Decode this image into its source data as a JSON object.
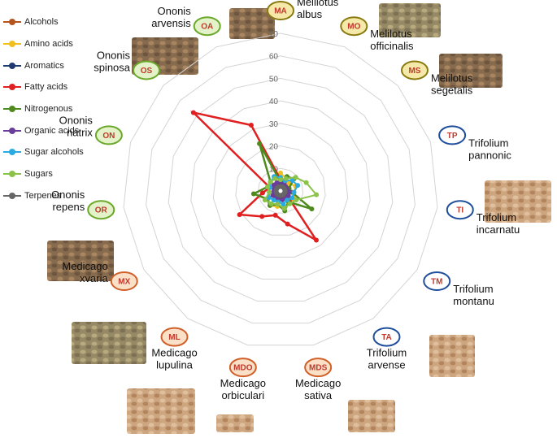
{
  "chart_data": {
    "type": "radar",
    "r_range": [
      0,
      70
    ],
    "r_ticks": [
      "10",
      "20",
      "30",
      "40",
      "50",
      "60",
      "70"
    ],
    "grid": true,
    "legend_position": "left",
    "axes": [
      {
        "code": "MA",
        "name": "Melilotus albus",
        "lines": [
          "Melilotus",
          "albus"
        ],
        "ring": "yellow"
      },
      {
        "code": "MO",
        "name": "Melilotus officinalis",
        "lines": [
          "Melilotus",
          "officinalis"
        ],
        "ring": "yellow"
      },
      {
        "code": "MS",
        "name": "Melilotus segetalis",
        "lines": [
          "Melilotus",
          "segetalis"
        ],
        "ring": "yellow"
      },
      {
        "code": "TP",
        "name": "Trifolium pannonic",
        "lines": [
          "Trifolium",
          "pannonic"
        ],
        "ring": "blue"
      },
      {
        "code": "TI",
        "name": "Trifolium incarnatu",
        "lines": [
          "Trifolium",
          "incarnatu"
        ],
        "ring": "blue"
      },
      {
        "code": "TM",
        "name": "Trifolium montanu",
        "lines": [
          "Trifolium",
          "montanu"
        ],
        "ring": "blue"
      },
      {
        "code": "TA",
        "name": "Trifolium arvense",
        "lines": [
          "Trifolium",
          "arvense"
        ],
        "ring": "blue"
      },
      {
        "code": "MDS",
        "name": "Medicago sativa",
        "lines": [
          "Medicago",
          "sativa"
        ],
        "ring": "orange"
      },
      {
        "code": "MDO",
        "name": "Medicago orbiculari",
        "lines": [
          "Medicago",
          "orbiculari"
        ],
        "ring": "orange"
      },
      {
        "code": "ML",
        "name": "Medicago lupulina",
        "lines": [
          "Medicago",
          "lupulina"
        ],
        "ring": "orange"
      },
      {
        "code": "MX",
        "name": "Medicago xvaria",
        "lines": [
          "Medicago",
          "xvaria"
        ],
        "ring": "orange"
      },
      {
        "code": "OR",
        "name": "Ononis repens",
        "lines": [
          "Ononis",
          "repens"
        ],
        "ring": "green"
      },
      {
        "code": "ON",
        "name": "Ononis natrix",
        "lines": [
          "Ononis",
          "natrix"
        ],
        "ring": "green"
      },
      {
        "code": "OS",
        "name": "Ononis spinosa",
        "lines": [
          "Ononis",
          "spinosa"
        ],
        "ring": "green"
      },
      {
        "code": "OA",
        "name": "Ononis arvensis",
        "lines": [
          "Ononis",
          "arvensis"
        ],
        "ring": "green"
      }
    ],
    "series": [
      {
        "name": "Alcohols",
        "color": "#b5541c",
        "values": [
          4,
          3,
          3,
          2,
          2,
          3,
          3,
          3,
          3,
          3,
          3,
          3,
          2,
          3,
          3
        ]
      },
      {
        "name": "Amino acids",
        "color": "#f0c020",
        "values": [
          8,
          6,
          5,
          7,
          6,
          7,
          6,
          8,
          7,
          8,
          6,
          5,
          5,
          6,
          6
        ]
      },
      {
        "name": "Aromatics",
        "color": "#1f3a6e",
        "values": [
          3,
          2,
          2,
          2,
          2,
          2,
          2,
          2,
          2,
          2,
          2,
          2,
          2,
          2,
          2
        ]
      },
      {
        "name": "Fatty acids",
        "color": "#e02020",
        "values": [
          5,
          4,
          3,
          2,
          2,
          3,
          27,
          15,
          11,
          14,
          21,
          8,
          5,
          52,
          32
        ]
      },
      {
        "name": "Nitrogenous",
        "color": "#4e8a1e",
        "values": [
          4,
          7,
          8,
          4,
          5,
          16,
          6,
          9,
          6,
          8,
          7,
          12,
          6,
          6,
          23
        ]
      },
      {
        "name": "Organic acids",
        "color": "#6a3d9a",
        "values": [
          4,
          4,
          3,
          3,
          4,
          4,
          4,
          4,
          4,
          4,
          4,
          3,
          3,
          4,
          4
        ]
      },
      {
        "name": "Sugar alcohols",
        "color": "#29abe2",
        "values": [
          6,
          5,
          7,
          8,
          6,
          6,
          5,
          6,
          5,
          5,
          6,
          5,
          5,
          6,
          7
        ]
      },
      {
        "name": "Sugars",
        "color": "#8bc34a",
        "values": [
          5,
          6,
          9,
          12,
          16,
          8,
          7,
          8,
          6,
          7,
          8,
          5,
          6,
          6,
          6
        ]
      },
      {
        "name": "Terpenes",
        "color": "#666666",
        "values": [
          2,
          2,
          2,
          2,
          2,
          2,
          2,
          2,
          2,
          2,
          2,
          2,
          2,
          2,
          2
        ]
      }
    ]
  }
}
